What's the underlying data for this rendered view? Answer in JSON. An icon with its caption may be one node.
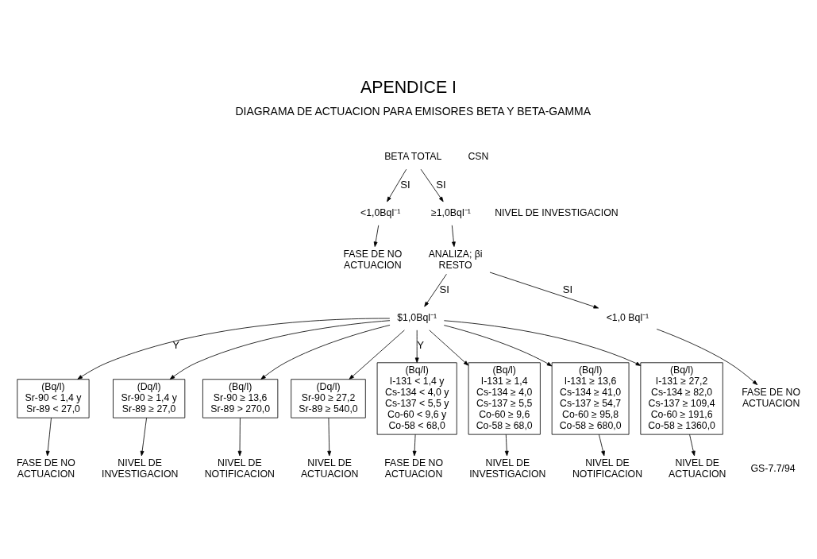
{
  "diagram": {
    "title": "APENDICE I",
    "nodes": [
      {
        "text": [
          "BETA TOTAL"
        ]
      },
      {
        "text": [
          "<1,0Bql⁻¹"
        ]
      },
      {
        "text": [
          "≥1,0Bql⁻¹"
        ]
      },
      {
        "text": [
          "FASE DE NO ACTUACION"
        ]
      },
      {
        "text": [
          "ANALIZA; βi RESTO"
        ]
      },
      {
        "text": [
          "$1,0Bql⁻¹"
        ]
      },
      {
        "text": [
          "<1,0 Bql⁻¹"
        ]
      },
      {
        "text": [
          "FASE DE NO ACTUACION"
        ]
      },
      {
        "text": [
          "(Bq/l)",
          "Sr-90 < 1,4 y",
          "Sr-89 < 27,0"
        ]
      },
      {
        "text": [
          "FASE DE NO ACTUACION"
        ]
      },
      {
        "text": [
          "(Dq/l)",
          "Sr-90 ≥ 1,4 y",
          "Sr-89 ≥ 27,0"
        ]
      },
      {
        "text": [
          "NIVEL DE INVESTIGACION"
        ]
      },
      {
        "text": [
          "(Bq/l)",
          "Sr-90 ≥ 13,6",
          "Sr-89 > 270,0"
        ]
      },
      {
        "text": [
          "NIVEL DE NOTIFICACION"
        ]
      },
      {
        "text": [
          "(Dq/l)",
          "Sr-90 ≥ 27,2",
          "Sr-89 ≥ 540,0"
        ]
      },
      {
        "text": [
          "NIVEL DE ACTUACION"
        ]
      },
      {
        "text": [
          "(Bq/l)",
          "I-131 < 1,4 y",
          "Cs-134 < 4,0 y",
          "Cs-137 < 5,5 y",
          "Co-60 < 9,6 y",
          "Co-58 < 68,0"
        ]
      },
      {
        "text": [
          "FASE DE NO ACTUACION"
        ]
      },
      {
        "text": [
          "(Bq/l)",
          "I-131 ≥ 1,4",
          "Cs-134 ≥ 4,0",
          "Cs-137 ≥ 5,5",
          "Co-60 ≥ 9,6",
          "Co-58 ≥ 68,0"
        ]
      },
      {
        "text": [
          "NIVEL DE INVESTIGACION"
        ]
      },
      {
        "text": [
          "(Bq/l)",
          "I-131 ≥ 13,6",
          "Cs-134 ≥ 41,0",
          "Cs-137 ≥ 54,7",
          "Co-60 ≥ 95,8",
          "Co-58 ≥ 680,0"
        ]
      },
      {
        "text": [
          "NIVEL DE NOTIFICACION"
        ]
      },
      {
        "text": [
          "(Bq/l)",
          "I-131 ≥ 27,2",
          "Cs-134 ≥ 82,0",
          "Cs-137 ≥ 109,4",
          "Co-60 ≥ 191,6",
          "Co-58 ≥ 1360,0"
        ]
      },
      {
        "text": [
          "NIVEL DE ACTUACION"
        ]
      }
    ],
    "edges": [
      {
        "from": 0,
        "to": 1,
        "arrow": "to",
        "label": "SI"
      },
      {
        "from": 0,
        "to": 2,
        "arrow": "to",
        "label": "SI"
      },
      {
        "from": 1,
        "to": 3,
        "arrow": "to"
      },
      {
        "from": 2,
        "to": 4,
        "arrow": "to"
      },
      {
        "from": 4,
        "to": 5,
        "arrow": "to",
        "label": "SI"
      },
      {
        "from": 4,
        "to": 6,
        "arrow": "to",
        "label": "SI"
      },
      {
        "from": 6,
        "to": 7,
        "arrow": "to"
      },
      {
        "from": 5,
        "to": 8,
        "arrow": "to",
        "label": "Y"
      },
      {
        "from": 5,
        "to": 10,
        "arrow": "to"
      },
      {
        "from": 5,
        "to": 12,
        "arrow": "to"
      },
      {
        "from": 5,
        "to": 14,
        "arrow": "to"
      },
      {
        "from": 5,
        "to": 16,
        "arrow": "to",
        "label": "Y"
      },
      {
        "from": 5,
        "to": 18,
        "arrow": "to"
      },
      {
        "from": 5,
        "to": 20,
        "arrow": "to"
      },
      {
        "from": 5,
        "to": 22,
        "arrow": "to"
      },
      {
        "from": 8,
        "to": 9,
        "arrow": "to"
      },
      {
        "from": 10,
        "to": 11,
        "arrow": "to"
      },
      {
        "from": 12,
        "to": 13,
        "arrow": "to"
      },
      {
        "from": 14,
        "to": 15,
        "arrow": "to"
      },
      {
        "from": 16,
        "to": 17,
        "arrow": "to"
      },
      {
        "from": 18,
        "to": 19,
        "arrow": "to"
      },
      {
        "from": 20,
        "to": 21,
        "arrow": "to"
      },
      {
        "from": 22,
        "to": 23,
        "arrow": "to"
      }
    ],
    "labels": [
      "CSN",
      "DIAGRAMA DE ACTUACION PARA EMISORES BETA Y BETA-GAMMA",
      "NIVEL DE INVESTIGACION",
      "GS-7.7/94"
    ]
  }
}
